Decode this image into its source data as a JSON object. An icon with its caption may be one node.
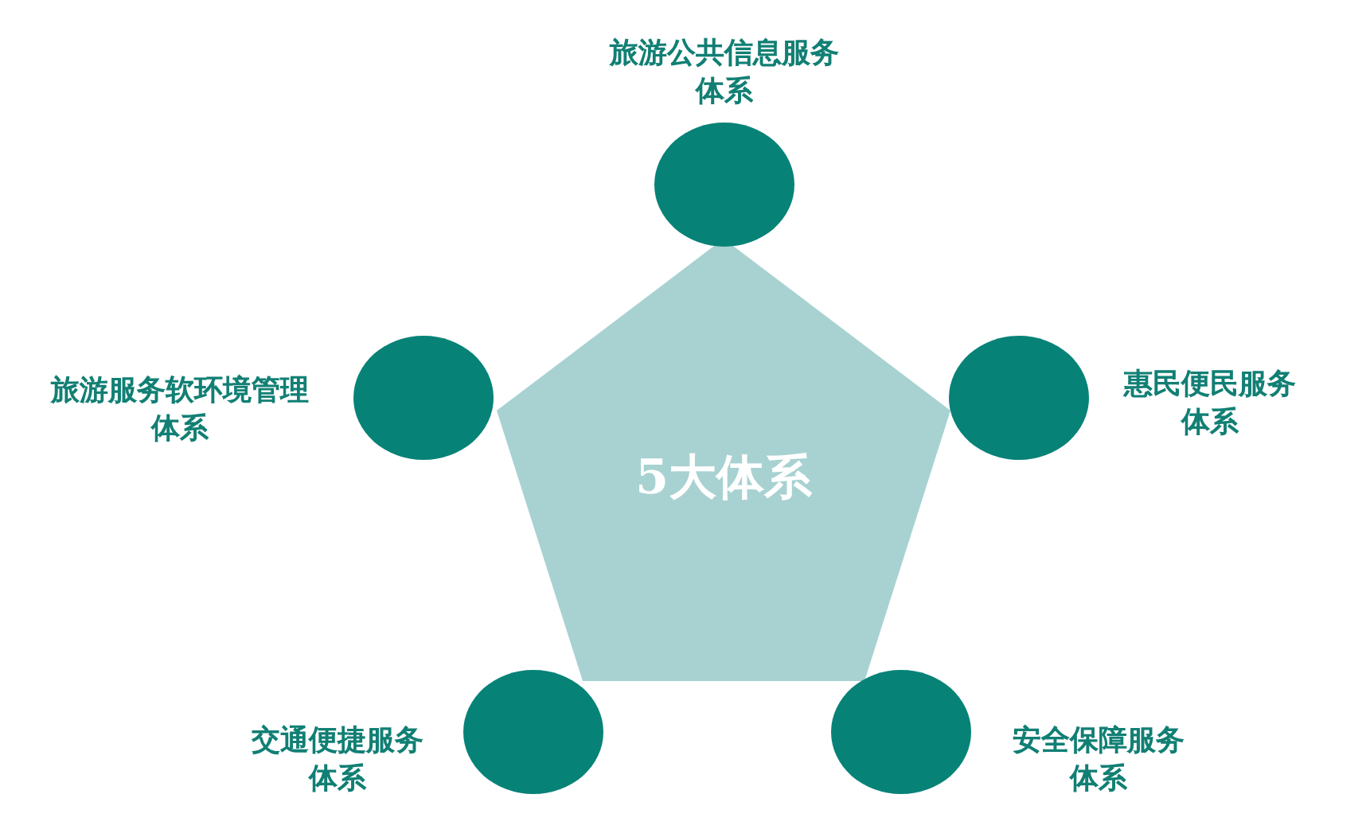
{
  "diagram": {
    "nodes": [
      {
        "text": [
          "旅游公共信息服务体系"
        ]
      },
      {
        "text": [
          "旅游服务软环境管理体系"
        ]
      },
      {
        "text": [
          "惠民便民服务体系"
        ]
      },
      {
        "text": [
          "5大体系"
        ]
      },
      {
        "text": [
          "交通便捷服务体系"
        ]
      },
      {
        "text": [
          "安全保障服务体系"
        ]
      }
    ],
    "edges": []
  }
}
